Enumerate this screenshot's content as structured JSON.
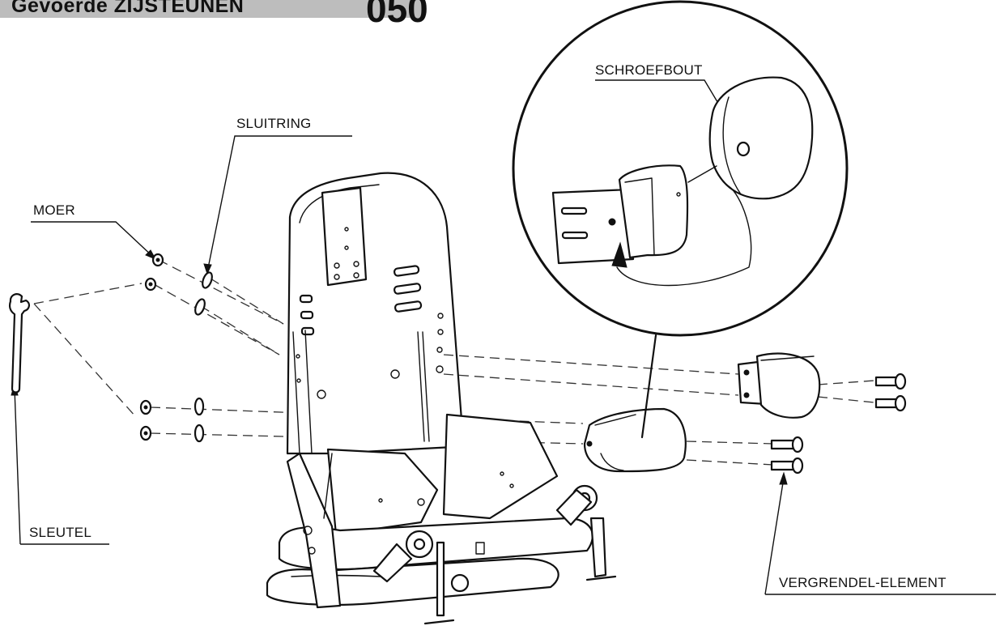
{
  "header": {
    "title": "Gevoerde ZIJSTEUNEN",
    "code": "050"
  },
  "labels": {
    "sluitring": "SLUITRING",
    "moer": "MOER",
    "sleutel": "SLEUTEL",
    "schroefbout": "SCHROEFBOUT",
    "vergrendel": "VERGRENDEL-ELEMENT"
  },
  "colors": {
    "line": "#111111",
    "header_band": "#bdbdbd",
    "background": "#ffffff"
  }
}
